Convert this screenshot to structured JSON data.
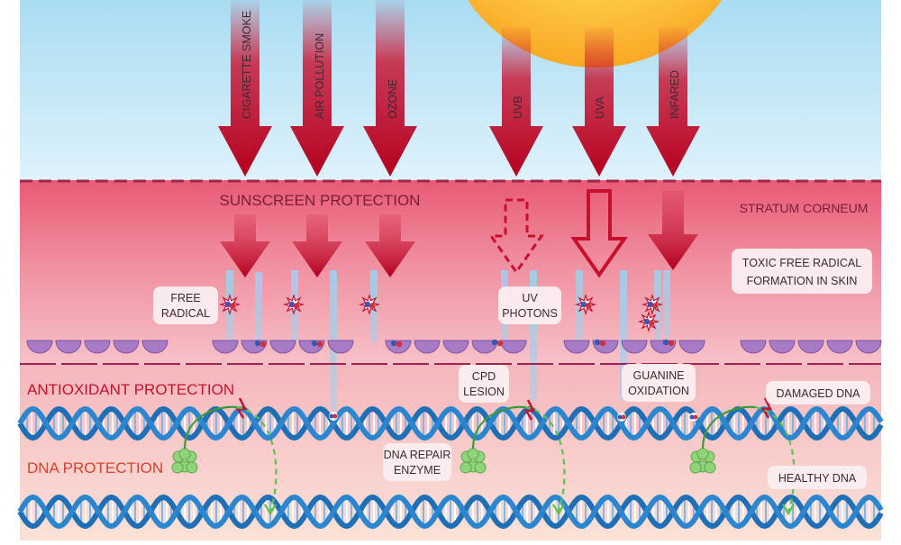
{
  "threats": {
    "environmental": [
      "CIGARETTE SMOKE",
      "AIR POLLUTION",
      "OZONE"
    ],
    "radiation": [
      "UVB",
      "UVA",
      "INFARED"
    ]
  },
  "layers": {
    "sunscreen": "SUNSCREEN PROTECTION",
    "stratum": "STRATUM CORNEUM",
    "antioxidant": "ANTIOXIDANT PROTECTION",
    "dna": "DNA PROTECTION"
  },
  "callouts": {
    "free_radical": [
      "FREE",
      "RADICAL"
    ],
    "uv_photons": [
      "UV",
      "PHOTONS"
    ],
    "toxic": [
      "TOXIC FREE RADICAL",
      "FORMATION IN SKIN"
    ],
    "cpd_lesion": [
      "CPD",
      "LESION"
    ],
    "guanine": [
      "GUANINE",
      "OXIDATION"
    ],
    "damaged_dna": "DAMAGED DNA",
    "repair": [
      "DNA REPAIR",
      "ENZYME"
    ],
    "healthy_dna": "HEALTHY DNA"
  },
  "colors": {
    "sky": "#bfe4f5",
    "skin_top": "#e8607a",
    "skin_bottom": "#f6bcc4",
    "dermis": "#f8d6cb",
    "arrow": "#c8102e",
    "sun": "#fbc02d",
    "dna": "#1e6fb5",
    "antioxidant": "#a77bc6",
    "enzyme": "#8fd37a"
  }
}
